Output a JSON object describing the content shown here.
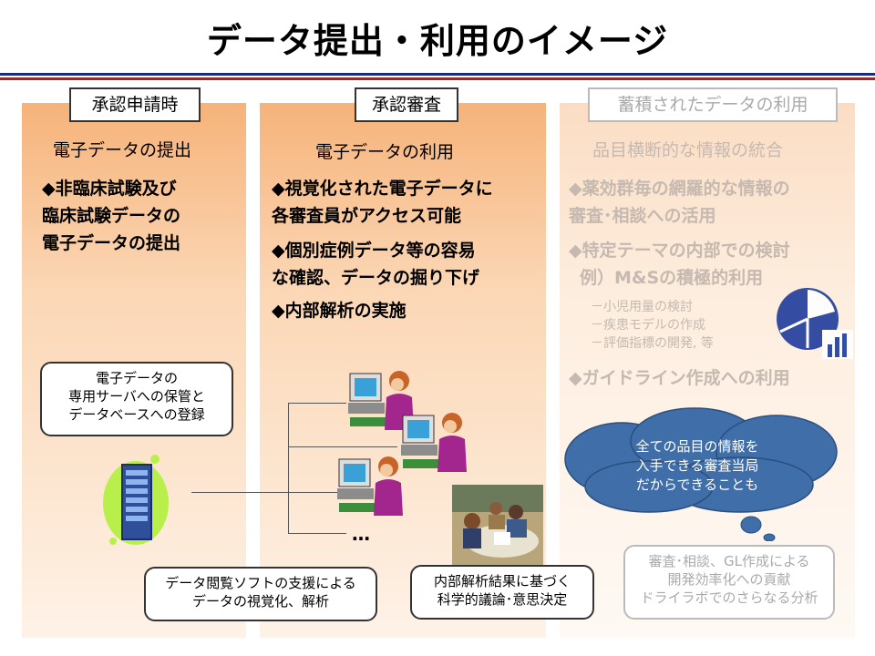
{
  "title": "データ提出・利用のイメージ",
  "col1": {
    "label": "承認申請時",
    "heading": "電子データの提出",
    "items": [
      "◆非臨床試験及び",
      "臨床試験データの",
      "電子データの提出"
    ]
  },
  "col2": {
    "label": "承認審査",
    "heading": "電子データの利用",
    "items": [
      "◆視覚化された電子データに",
      "各審査員がアクセス可能",
      "◆個別症例データ等の容易",
      "な確認、データの掘り下げ",
      "◆内部解析の実施"
    ]
  },
  "col3": {
    "label": "蓄積されたデータの利用",
    "heading": "品目横断的な情報の統合",
    "items": [
      "◆薬効群毎の網羅的な情報の",
      "審査･相談への活用",
      "◆特定テーマの内部での検討",
      "例）M&Sの積極的利用",
      "◆ガイドライン作成への利用"
    ],
    "subitems": [
      "－小児用量の検討",
      "－疾患モデルの作成",
      "－評価指標の開発, 等"
    ]
  },
  "notes": {
    "storage": [
      "電子データの",
      "専用サーバへの保管と",
      "データベースへの登録"
    ],
    "viewer": [
      "データ閲覧ソフトの支援による",
      "データの視覚化、解析"
    ],
    "discussion": [
      "内部解析結果に基づく",
      "科学的議論･意思決定"
    ],
    "cloud": [
      "全ての品目の情報を",
      "入手できる審査当局",
      "だからできることも"
    ],
    "efficiency": [
      "審査･相談、GL作成による",
      "開発効率化への貢献",
      "ドライラボでのさらなる分析"
    ]
  },
  "ellipsis": "…",
  "colors": {
    "panel_top": "#f6b37a",
    "panel_bottom": "#fef2e7",
    "rule_blue": "#1c2a8c",
    "rule_red": "#c01818",
    "cloud": "#3f6ea8",
    "server": "#5b7fc4",
    "chart_icon": "#1f3c9c"
  },
  "icons": [
    "server-icon",
    "reviewer-person-icon",
    "meeting-photo-icon",
    "pie-bar-chart-icon",
    "thought-cloud"
  ]
}
